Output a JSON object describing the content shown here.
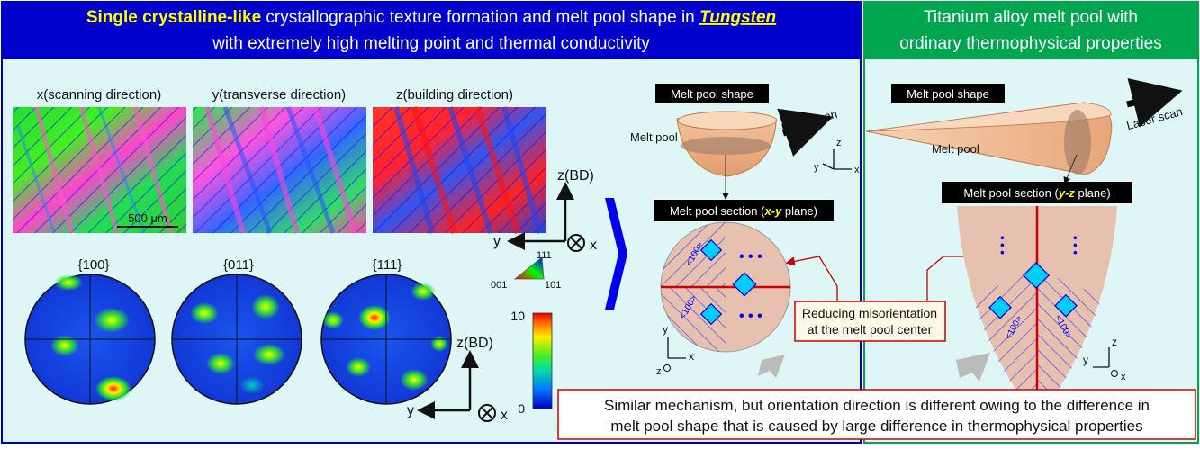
{
  "left_header": {
    "highlight": "Single crystalline-like",
    "rest_line1": " crystallographic texture formation and melt pool shape in ",
    "element": "Tungsten",
    "line2": "with extremely high melting point and thermal conductivity"
  },
  "right_header": {
    "line1": "Titanium alloy melt pool with",
    "line2": "ordinary thermophysical properties"
  },
  "ebsd_maps": [
    {
      "label": "x(scanning direction)"
    },
    {
      "label": "y(transverse direction)"
    },
    {
      "label": "z(building direction)"
    }
  ],
  "scale_bar": "500 μm",
  "axes_top": {
    "z": "z(BD)",
    "y": "y",
    "x": "x"
  },
  "axes_pf": {
    "z": "z(BD)",
    "y": "y",
    "x": "x"
  },
  "pole_figures": [
    {
      "label": "{100}"
    },
    {
      "label": "{011}"
    },
    {
      "label": "{111}"
    }
  ],
  "ipf_triangle": {
    "top": "111",
    "left": "001",
    "right": "101"
  },
  "colorbar": {
    "max": "10",
    "min": "0"
  },
  "tungsten_pool": {
    "shape_label": "Melt pool shape",
    "laser": "Laser scan",
    "pool": "Melt pool",
    "section_prefix": "Melt pool section (",
    "section_plane": "x-y",
    "section_suffix": " plane)",
    "dir": "<100>",
    "dots": "• • •",
    "axes": {
      "y": "y",
      "x": "x",
      "z": "z"
    },
    "axes3d": {
      "z": "z",
      "y": "y",
      "x": "x"
    }
  },
  "callout": {
    "line1": "Reducing misorientation",
    "line2": "at the melt pool center"
  },
  "titanium_pool": {
    "shape_label": "Melt pool shape",
    "laser": "Laser scan",
    "pool": "Melt pool",
    "section_prefix": "Melt pool section (",
    "section_plane": "y-z",
    "section_suffix": " plane)",
    "dir": "<100>",
    "dots": "• • •",
    "axes": {
      "z": "z",
      "y": "y",
      "x": "x"
    }
  },
  "conclusion": {
    "line1": "Similar mechanism, but orientation direction is different owing to the difference in",
    "line2": "melt pool shape that is caused by large difference in thermophysical properties"
  },
  "colors": {
    "left_header_bg": "#0000cc",
    "right_header_bg": "#00a550",
    "panel_bg": "#dff6f6",
    "highlight": "#ffff00",
    "callout_border": "#cc0000"
  }
}
